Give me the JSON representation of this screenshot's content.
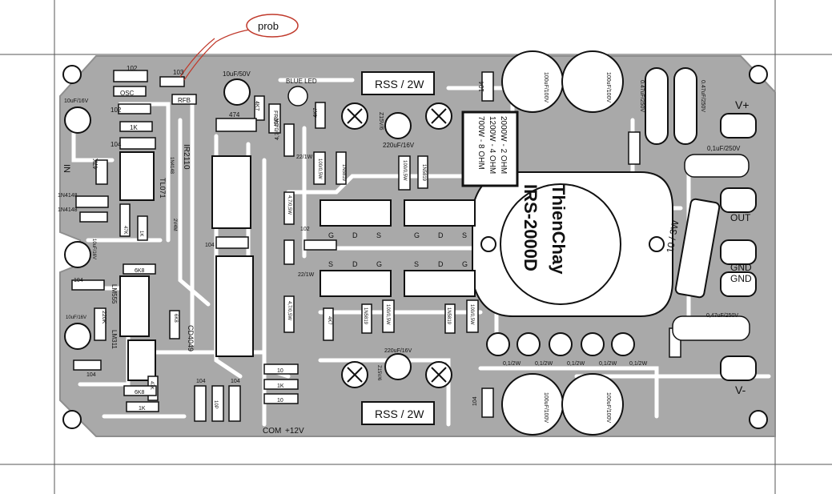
{
  "annotation": {
    "prob": "prob"
  },
  "silkscreen": {
    "c102_top": "102",
    "c103_top": "103",
    "osc": "OSC",
    "rfb": "RFB",
    "cap_10uf50v": "10uF/50V",
    "blue_led": "BLUE LED",
    "rss_top": "RSS / 2W",
    "c104_top": "104",
    "cap_100uf100v_a": "100uF/100V",
    "cap_100uf100v_b": "100uF/100V",
    "cap_047_a": "0.47uF/250V",
    "cap_047_b": "0.47uF/250V",
    "vplus": "V+",
    "cap_10uf16v_l": "10uF/16V",
    "c102_left": "102",
    "c104_left": "104",
    "r1k_top": "1K",
    "r47k_left": "47K",
    "in": "IN",
    "d1n4148_a": "1N4148",
    "d1n4148_b": "1N4148",
    "r4k7_top": "4K7",
    "fr207": "FR207",
    "c474": "474",
    "r4k7_mid": "4K7",
    "ir2110": "IR2110",
    "r4_7_05w_a": "4,7/0,5W",
    "zener_a": "Z15V/6",
    "cap_220uf16v_top": "220uF/16V",
    "ohm_table_1": "700W - 8 OHM",
    "ohm_table_2": "1200W - 4 OHM",
    "ohm_table_3": "2000W - 2 OHM",
    "cap_01uf250v": "0,1uF/250V",
    "d1n4148_mid": "1N4148",
    "tl071": "TL071",
    "cap_22_1w_a": "22/1W",
    "r100_05w_a": "100/0,5W",
    "d1n5819_a": "1N5819",
    "r100_05w_b": "100/0,5W",
    "d1n5819_b": "1N5819",
    "g": "G",
    "d": "D",
    "s": "S",
    "r4_7_05w_b": "4,7/0,5W",
    "c102_mid": "102",
    "r47k_b": "47K",
    "r1k_b": "1K",
    "zener_2v4": "2V4M",
    "cap_10uf16v_b": "10uF/16V",
    "c104_mid": "104",
    "mosfet_brand": "ThienChay",
    "mosfet_model": "IRS-2000D",
    "r10_3w": "10 / 3W",
    "out": "OUT",
    "gnd1": "GND",
    "gnd2": "GND",
    "cap_22_1w_b": "22/1W",
    "c104_ll": "104",
    "r6k8_a": "6K8",
    "lm555": "LM555",
    "cap_10uf16v_c": "10uF/16V",
    "r220k": "220K",
    "lm311": "LM311",
    "r6k8_b": "6K8",
    "cd4049": "CD4049",
    "r4_7_05w_c": "4,7/0,5W",
    "r4k7_c": "4K7",
    "d1n5819_c": "1N5819",
    "r100_05w_c": "100/0,5W",
    "d1n5819_d": "1N5819",
    "r100_05w_d": "100/0,5W",
    "cap_047_c": "0,47uF/250V",
    "cap_220uf16v_bot": "220uF/16V",
    "zener_b": "Z15V/6",
    "r01_1": "0,1/2W",
    "r01_2": "0,1/2W",
    "r01_3": "0,1/2W",
    "r01_4": "0,1/2W",
    "r01_5": "0,1/2W",
    "c104_bl": "104",
    "r47k_c": "47K",
    "r6k8_c": "6K8",
    "r1k_c": "1K",
    "c104_b1": "104",
    "c104_b2": "104",
    "c10p": "10P",
    "r10_a": "10",
    "r1k_d": "1K",
    "r10_b": "10",
    "rss_bot": "RSS / 2W",
    "c104_bot": "104",
    "cap_100uf100v_c": "100uF/100V",
    "cap_100uf100v_d": "100uF/100V",
    "vminus": "V-",
    "com": "COM",
    "plus12": "+12V"
  },
  "colors": {
    "copper": "#a9a9a9",
    "board": "#ffffff",
    "silk": "#111111",
    "prob": "#c0392b"
  }
}
